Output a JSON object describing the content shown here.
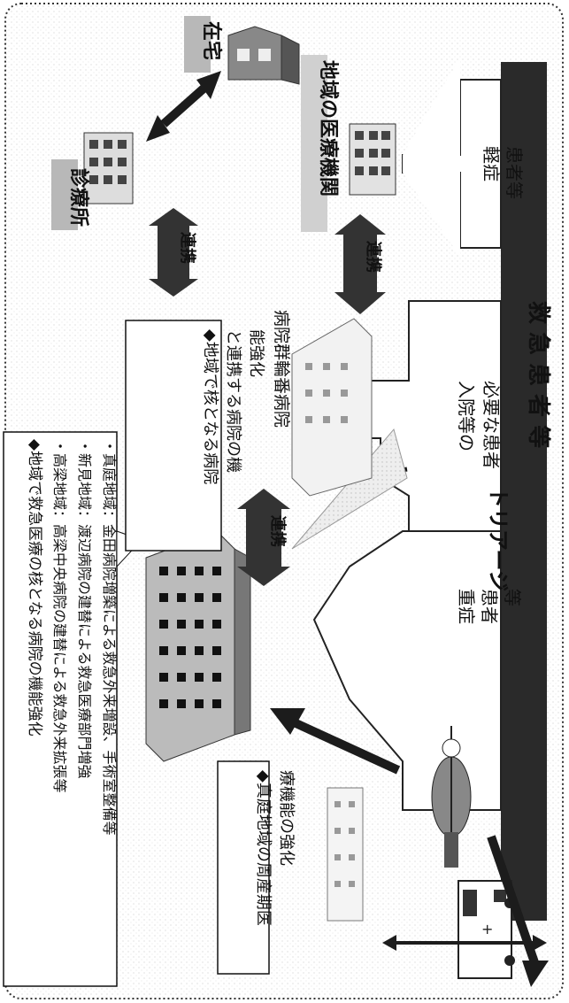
{
  "labels": {
    "home": "在宅",
    "clinic": "診療所",
    "regional_institutions": "地域の医療機関",
    "rotation_hospital": "病院群輪番病院",
    "triage": "トリアージ",
    "emergency_patients": "救 急 患 者 等",
    "mild_patients": "軽症\n患者等",
    "inpatient_needed": "入院等の\n必要な患者",
    "severe_patients": "重症\n患者\n等"
  },
  "badges": {
    "cooperation_left": "連携",
    "cooperation_right": "連携",
    "cooperation_top": "連携"
  },
  "callouts": {
    "core_hospital": {
      "title": "◆地域で救急医療の核となる病院の機能強化",
      "items": [
        "・高梁地域：高梁中央病院の建替による救急外来拡張等",
        "・新見地域：渡辺病院の建替による救急医療部門増強",
        "・真庭地域：金田病院増築による救急外来増設、手術室整備等"
      ]
    },
    "partner_hospital": "◆地域で核となる病院\nと連携する病院の機\n能強化",
    "perinatal": "◆真庭地域の周産期医\n療機能の強化"
  },
  "colors": {
    "dark_bar": "#2a2a2a",
    "arrow": "#1c1c1c",
    "label_bg": "#b8b8b8",
    "dotted_border": "#333333"
  }
}
